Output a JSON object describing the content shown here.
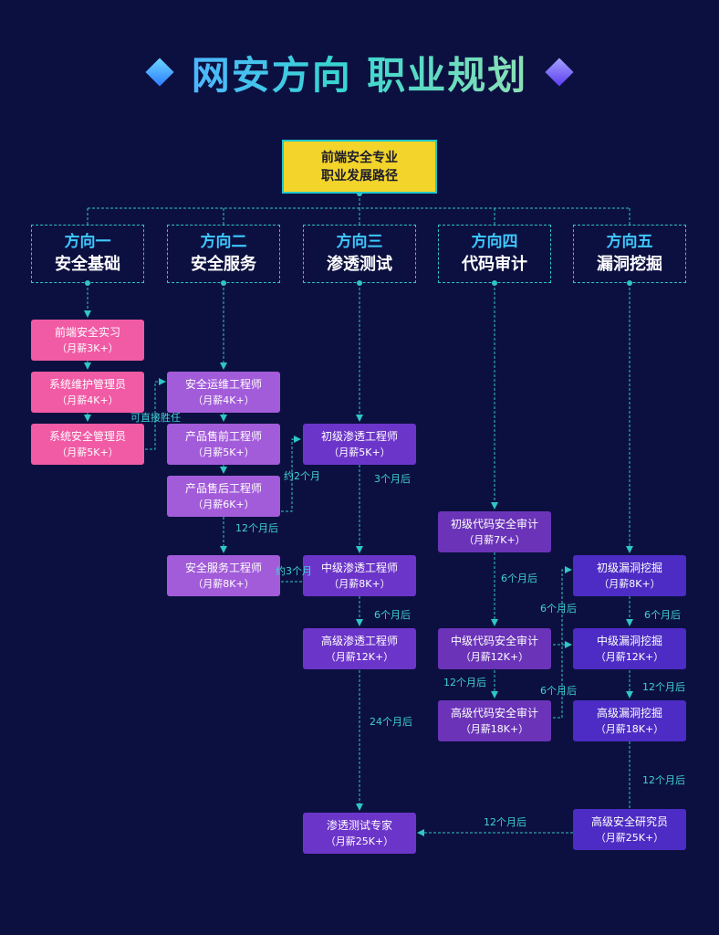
{
  "title": "网安方向 职业规划",
  "root": {
    "line1": "前端安全专业",
    "line2": "职业发展路径"
  },
  "directions": [
    {
      "num": "方向一",
      "name": "安全基础"
    },
    {
      "num": "方向二",
      "name": "安全服务"
    },
    {
      "num": "方向三",
      "name": "渗透测试"
    },
    {
      "num": "方向四",
      "name": "代码审计"
    },
    {
      "num": "方向五",
      "name": "漏洞挖掘"
    }
  ],
  "jobs": {
    "intern": {
      "title": "前端安全实习",
      "salary": "（月薪3K+）"
    },
    "sys_maint": {
      "title": "系统维护管理员",
      "salary": "（月薪4K+）"
    },
    "sys_sec": {
      "title": "系统安全管理员",
      "salary": "（月薪5K+）"
    },
    "sec_ops": {
      "title": "安全运维工程师",
      "salary": "（月薪4K+）"
    },
    "presales": {
      "title": "产品售前工程师",
      "salary": "（月薪5K+）"
    },
    "aftersales": {
      "title": "产品售后工程师",
      "salary": "（月薪6K+）"
    },
    "sec_service": {
      "title": "安全服务工程师",
      "salary": "（月薪8K+）"
    },
    "pen_junior": {
      "title": "初级渗透工程师",
      "salary": "（月薪5K+）"
    },
    "pen_mid": {
      "title": "中级渗透工程师",
      "salary": "（月薪8K+）"
    },
    "pen_senior": {
      "title": "高级渗透工程师",
      "salary": "（月薪12K+）"
    },
    "pen_expert": {
      "title": "渗透测试专家",
      "salary": "（月薪25K+）"
    },
    "audit_junior": {
      "title": "初级代码安全审计",
      "salary": "（月薪7K+）"
    },
    "audit_mid": {
      "title": "中级代码安全审计",
      "salary": "（月薪12K+）"
    },
    "audit_senior": {
      "title": "高级代码安全审计",
      "salary": "（月薪18K+）"
    },
    "vuln_junior": {
      "title": "初级漏洞挖掘",
      "salary": "（月薪8K+）"
    },
    "vuln_mid": {
      "title": "中级漏洞挖掘",
      "salary": "（月薪12K+）"
    },
    "vuln_senior": {
      "title": "高级漏洞挖掘",
      "salary": "（月薪18K+）"
    },
    "researcher": {
      "title": "高级安全研究员",
      "salary": "（月薪25K+）"
    }
  },
  "labels": {
    "direct": "可直接胜任",
    "about2m": "约2个月",
    "about3m": "约3个月",
    "m3": "3个月后",
    "m12_svc": "12个月后",
    "m6_pen": "6个月后",
    "m24": "24个月后",
    "m6_audit": "6个月后",
    "m6_cross1": "6个月后",
    "m6_cross2": "6个月后",
    "m12_audit": "12个月后",
    "m6_vuln": "6个月后",
    "m12_vuln": "12个月后",
    "m12_research": "12个月后",
    "m12_bottom": "12个月后"
  },
  "colors": {
    "background": "#0c1040",
    "connector": "#2fc6c4",
    "root_fill": "#f2d42a",
    "pink": "#f15aa5",
    "lavender": "#a25bd9",
    "purple": "#6c35c9",
    "deep_purple": "#4c2cc4"
  }
}
